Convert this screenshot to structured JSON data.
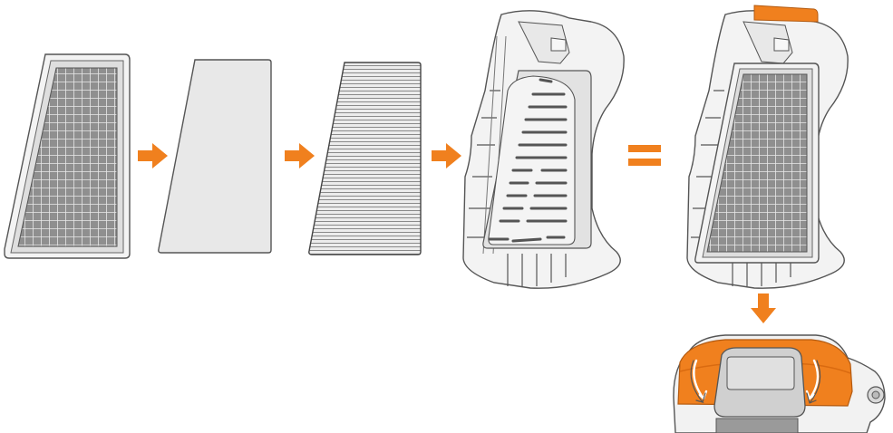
{
  "diagram": {
    "type": "assembly-instructions",
    "steps": [
      "mesh-frame-filter",
      "felt-pre-filter",
      "pleated-filter",
      "filter-housing",
      "assembled-cartridge",
      "handheld-device"
    ],
    "colors": {
      "accent": "#f0801e",
      "part_fill": "#f2f2f2",
      "pad_fill": "#e6e6e6",
      "outline": "#555555",
      "grid_fill": "#8a8a8a",
      "pleat_line": "#9a9a9a"
    },
    "connectors": [
      "arrow-right",
      "arrow-right",
      "arrow-right",
      "equals",
      "arrow-down"
    ]
  }
}
